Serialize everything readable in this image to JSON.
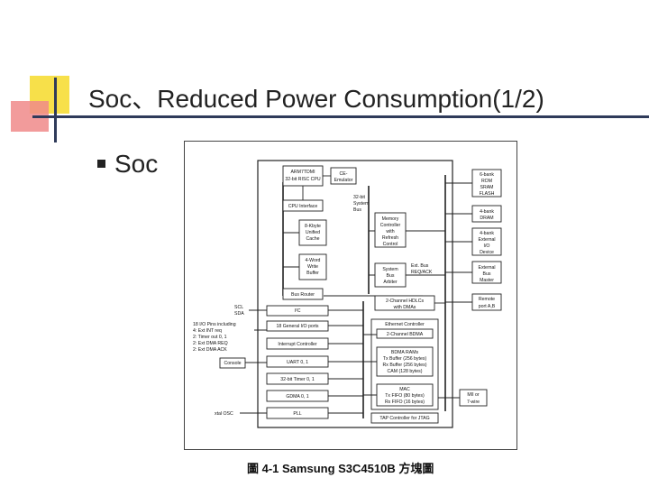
{
  "slide": {
    "title": "Soc、Reduced Power Consumption(1/2)",
    "bullet": "Soc"
  },
  "figure": {
    "caption": "圖 4-1   Samsung S3C4510B 方塊圖",
    "cpu": [
      "ARM7TDMI",
      "32-bit RISC CPU"
    ],
    "cpu_interface": "CPU Interface",
    "cache": [
      "8-Kbyte",
      "Unified",
      "Cache"
    ],
    "write_buffer": [
      "4-Word",
      "Write",
      "Buffer"
    ],
    "bus_router": "Bus Router",
    "i2c": "I²C",
    "gpio": "18 General I/O ports",
    "interrupt": "Interrupt Controller",
    "uart": "UART 0, 1",
    "timer": "32-bit Timer 0, 1",
    "gdma": "GDMA 0, 1",
    "pll": "PLL",
    "ce_emulator": [
      "CE-",
      "Emulator"
    ],
    "system_bus": [
      "32-bit",
      "System",
      "Bus"
    ],
    "memory_controller": [
      "Memory",
      "Controller",
      "with",
      "Refresh",
      "Control"
    ],
    "bus_arbiter": [
      "System",
      "Bus",
      "Arbiter"
    ],
    "ext_bus_label": [
      "Ext. Bus",
      "REQ/ACK"
    ],
    "hdlc": [
      "2-Channel HDLCs",
      "with DMAs"
    ],
    "ethernet": "Ethernet Controller",
    "bdma": "2-Channel BDMA",
    "bdma_ram": [
      "BDMA RAMs",
      "Tx Buffer (256 bytes)",
      "Rx Buffer (256 bytes)",
      "CAM (128 bytes)"
    ],
    "mac": [
      "MAC",
      "Tx FIFO (80 bytes)",
      "Rx FIFO (16 bytes)"
    ],
    "tap": "TAP Controller for JTAG",
    "ext_rom": [
      "6-bank",
      "ROM",
      "SRAM",
      "FLASH"
    ],
    "ext_dram": [
      "4-bank",
      "DRAM"
    ],
    "ext_io": [
      "4-bank",
      "External",
      "I/O",
      "Device"
    ],
    "ext_master": [
      "External",
      "Bus",
      "Master"
    ],
    "remote_port": [
      "Remote",
      "port A,B"
    ],
    "mii": [
      "MII or",
      "7-wire"
    ],
    "scl_sda": [
      "SCL",
      "SDA"
    ],
    "io_pins": [
      "18 I/O Pins including",
      "4: Ext INT req",
      "2: Timer out 0, 1",
      "2: Ext DMA REQ",
      "2: Ext DMA ACK"
    ],
    "console": "Console",
    "xtal": "xtal OSC"
  }
}
